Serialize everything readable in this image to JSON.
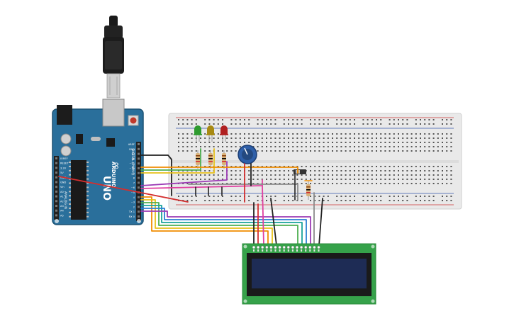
{
  "arduino": {
    "brand": "ARDUINO",
    "model": "UNO",
    "digital_label": "DIGITAL (PWM~)",
    "analog_label": "ANALOG IN",
    "header_right": [
      "AREF",
      "GND",
      "13",
      "12",
      "~11",
      "~10",
      "~9",
      "8",
      "7",
      "~6",
      "~5",
      "4",
      "~3",
      "2",
      "TX 1",
      "RX 0"
    ],
    "header_left": [
      "IOREF",
      "RESET",
      "3.3V",
      "5V",
      "GND",
      "GND",
      "Vin",
      "A0",
      "A1",
      "A2",
      "A3",
      "A4",
      "A5"
    ],
    "colors": {
      "board": "#2a6f9b",
      "board_edge": "#1d5273",
      "header": "#222222"
    }
  },
  "breadboard": {
    "colors": {
      "body": "#e9e9e9",
      "hole": "#555555",
      "rail_red": "#cc3333",
      "rail_blue": "#3355aa"
    }
  },
  "leds": [
    {
      "name": "green",
      "color": "#2e9b2e"
    },
    {
      "name": "yellow",
      "color": "#a88a12"
    },
    {
      "name": "red",
      "color": "#b02020"
    }
  ],
  "lcd": {
    "type": "16x2",
    "colors": {
      "pcb": "#36a24a",
      "screen": "#1e2c55",
      "bezel": "#1a1a1a"
    }
  },
  "wire_colors": {
    "black": "#222222",
    "red": "#d32f2f",
    "orange": "#f08c00",
    "yellow": "#e8c11a",
    "green": "#4caf50",
    "blue": "#2a7fd4",
    "purple": "#9c3bb5",
    "magenta": "#e040a0",
    "gray": "#8a8a8a",
    "teal": "#1aa39a"
  }
}
